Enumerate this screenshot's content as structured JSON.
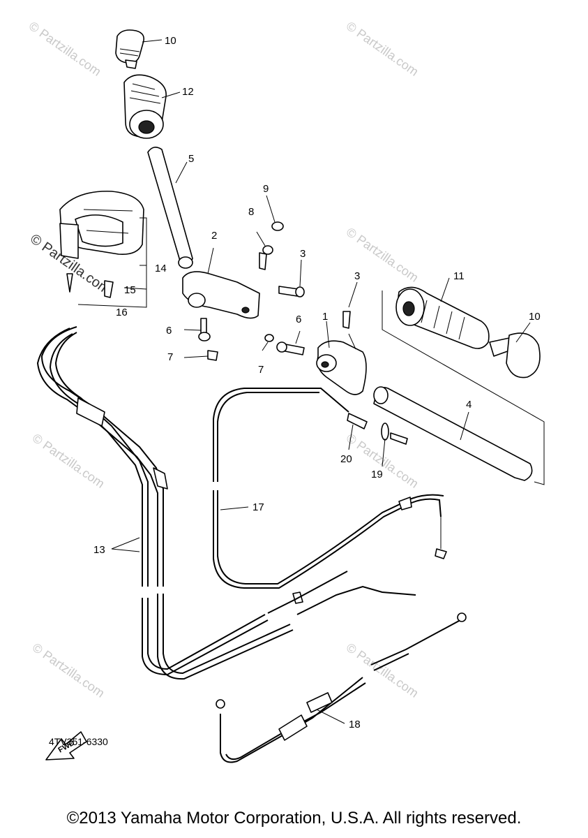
{
  "watermark": "© Partzilla.com",
  "callouts": {
    "p1": "1",
    "p2": "2",
    "p3a": "3",
    "p3b": "3",
    "p4": "4",
    "p5": "5",
    "p6a": "6",
    "p6b": "6",
    "p7a": "7",
    "p7b": "7",
    "p8": "8",
    "p9": "9",
    "p10a": "10",
    "p10b": "10",
    "p11": "11",
    "p12": "12",
    "p13": "13",
    "p14": "14",
    "p15": "15",
    "p16": "16",
    "p17": "17",
    "p18": "18",
    "p19": "19",
    "p20": "20"
  },
  "fwd_label": "FWD",
  "part_code": "4TV351-6330",
  "copyright": "©2013 Yamaha Motor Corporation, U.S.A. All rights reserved."
}
